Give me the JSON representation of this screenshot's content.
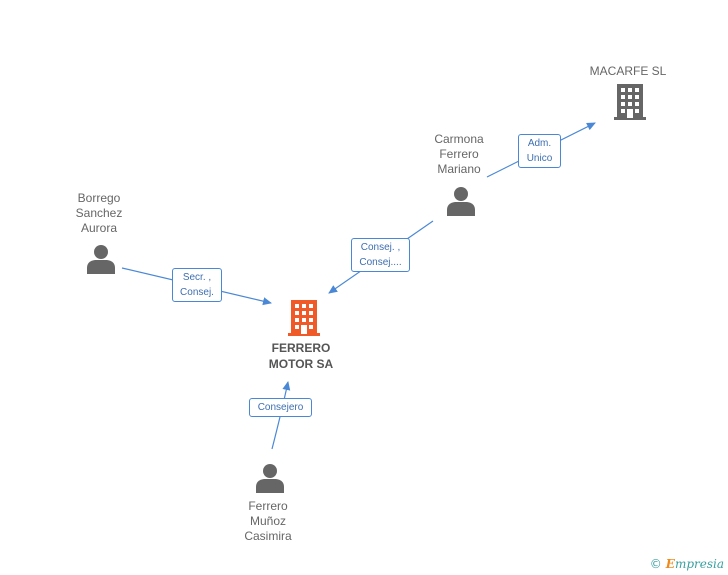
{
  "nodes": {
    "main": {
      "line1": "FERRERO",
      "line2": "MOTOR SA"
    },
    "macarfe": {
      "line1": "MACARFE SL"
    },
    "carmona": {
      "line1": "Carmona",
      "line2": "Ferrero",
      "line3": "Mariano"
    },
    "borrego": {
      "line1": "Borrego",
      "line2": "Sanchez",
      "line3": "Aurora"
    },
    "ferrero_m": {
      "line1": "Ferrero",
      "line2": "Muñoz",
      "line3": "Casimira"
    }
  },
  "edges": {
    "adm_unico": {
      "line1": "Adm.",
      "line2": "Unico"
    },
    "consej_consej": {
      "line1": "Consej. ,",
      "line2": "Consej...."
    },
    "secr_consej": {
      "line1": "Secr. ,",
      "line2": "Consej."
    },
    "consejero": {
      "line1": "Consejero"
    }
  },
  "colors": {
    "company_main": "#f05a28",
    "company": "#666666",
    "person": "#666666",
    "edge": "#4a88d6"
  },
  "footer": {
    "copyright": "©",
    "brand_initial": "E",
    "brand_rest": "mpresia"
  }
}
